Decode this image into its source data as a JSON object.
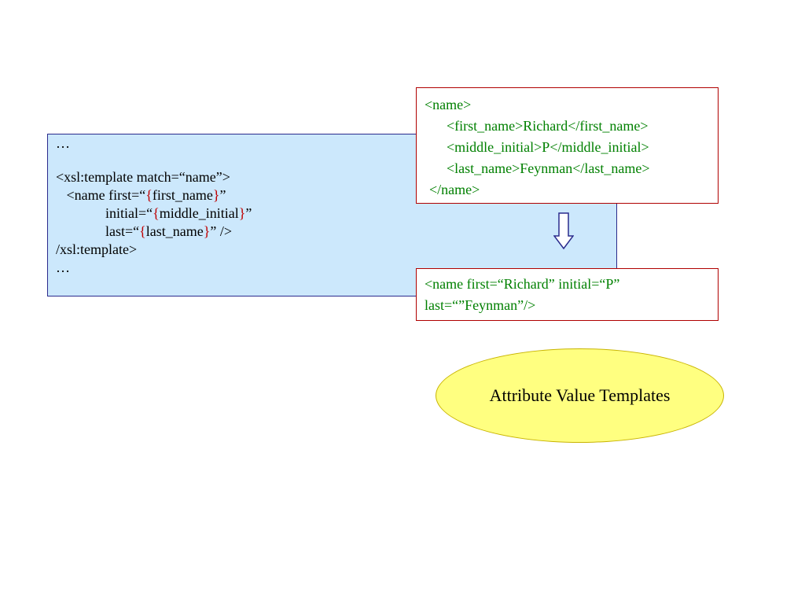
{
  "xsl_snippet": {
    "ellipsis_top": "…",
    "line_template_open": "<xsl:template match=“name”>",
    "name_first_prefix": "   <name first=“",
    "open_brace": "{",
    "close_brace": "}",
    "first_name": "first_name",
    "name_first_suffix": "”",
    "initial_prefix": "              initial=“",
    "middle_initial": "middle_initial",
    "initial_suffix": "”",
    "last_prefix": "              last=“",
    "last_name": "last_name",
    "last_suffix": "” />",
    "line_template_close": "/xsl:template>",
    "ellipsis_bottom": "…"
  },
  "source_xml": {
    "line1": "<name>",
    "line2_open": "<first_name>",
    "line2_value": "Richard",
    "line2_close": "</first_name>",
    "line3_open": "<middle_initial>",
    "line3_value": "P",
    "line3_close": "</middle_initial>",
    "line4_open": "<last_name>",
    "line4_value": "Feynman",
    "line4_close": "</last_name>",
    "line5": "</name>"
  },
  "result_xml": {
    "line1": "<name first=“Richard” initial=“P”",
    "line2": "last=“”Feynman”/>"
  },
  "caption": "Attribute Value Templates",
  "colors": {
    "xsl_background": "#cce8fc",
    "xml_text": "#008000",
    "brace": "#c00000",
    "box_border": "#b00000",
    "ellipse_fill": "#ffff80"
  }
}
